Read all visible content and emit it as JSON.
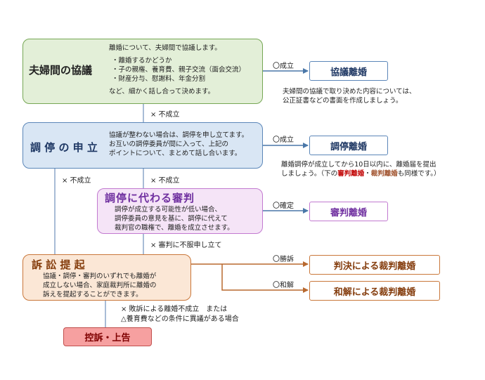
{
  "colors": {
    "green_fill": "#e3efd8",
    "green_border": "#76a755",
    "blue_fill": "#d9e6f4",
    "blue_border": "#5b86b8",
    "purple_fill": "#f5e4f7",
    "purple_border": "#c27ad0",
    "orange_fill": "#fbe7d6",
    "orange_border": "#c9773a",
    "red_fill": "#f6a0a0",
    "red_border": "#c0504d",
    "blue_arrow": "#4a77a8",
    "brown_arrow": "#b8682e"
  },
  "kyogi": {
    "title": "夫婦間の協議",
    "intro": "離婚について、夫婦間で協議します。",
    "items": [
      "・離婚するかどうか",
      "・子の親権、養育費、親子交流（面会交流）",
      "・財産分与、慰謝料、年金分割"
    ],
    "outro": "など、細かく話し合って決めます。",
    "success_label": "〇成立",
    "result": "協議離婚",
    "note": [
      "夫婦間の協議で取り決めた内容については、",
      "公正証書などの書面を作成しましょう。"
    ]
  },
  "fail_1": "× 不成立",
  "chotei": {
    "title": "調 停 の 申 立",
    "desc": [
      "協議が整わない場合は、調停を申し立てます。",
      "お互いの調停委員が間に入って、上記の",
      "ポイントについて、まとめて話し合います。"
    ],
    "success_label": "〇成立",
    "result": "調停離婚",
    "note_line1": "離婚調停が成立してから10日以内に、離婚届を提出",
    "note_line2_a": "しましょう。（下の",
    "note_line2_red": "審判離婚",
    "note_line2_dot": "・",
    "note_line2_brown": "裁判離婚",
    "note_line2_b": "も同様です。）"
  },
  "fail_left": "× 不成立",
  "fail_mid": "× 不成立",
  "shinpan": {
    "title": "調停に代わる審判",
    "desc": [
      "調停が成立する可能性が低い場合、",
      "調停委員の意見を基に、調停に代えて",
      "裁判官の職権で、離婚を成立させます。"
    ],
    "confirm_label": "〇確定",
    "result": "審判離婚"
  },
  "objection": "× 審判に不服申し立て",
  "sosho": {
    "title": "訴 訟 提 起",
    "desc": [
      "協議・調停・審判のいずれでも離婚が",
      "成立しない場合、家庭裁判所に離婚の",
      "訴えを提起することができます。"
    ],
    "win_label": "〇勝訴",
    "win_result": "判決による裁判離婚",
    "settle_label": "〇和解",
    "settle_result": "和解による裁判離婚"
  },
  "appeal_note": [
    "× 敗訴による離婚不成立　または",
    "△養育費などの条件に異議がある場合"
  ],
  "appeal": "控訴・上告"
}
